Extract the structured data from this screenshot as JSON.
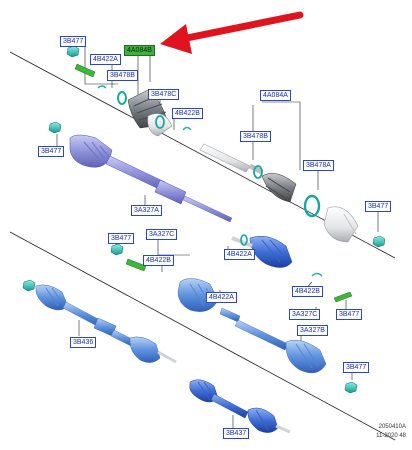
{
  "callouts": {
    "c1": "3B477",
    "c2": "4B422A",
    "c3": "3B478B",
    "c4": "4A084B",
    "c5": "3B478C",
    "c6": "4B422B",
    "c7": "4A084A",
    "c8": "3B478B",
    "c9": "3B478A",
    "c10": "3B477",
    "c11": "3A327A",
    "c12": "3B477",
    "c13": "3B477",
    "c14": "3A327C",
    "c15": "4B422B",
    "c16": "4B422A",
    "c17": "4B422A",
    "c18": "4B422B",
    "c19": "3A327C",
    "c20": "3B477",
    "c21": "3A327B",
    "c22": "3B436",
    "c23": "3B477",
    "c24": "3B437"
  },
  "footer": {
    "code": "2050410A",
    "date": "11-2020 48"
  },
  "colors": {
    "callout_border": "#2b46c9",
    "callout_highlight": "#3fae3f",
    "arrow": "#e0141e",
    "shaft_purple": "#8a8ed6",
    "shaft_blue": "#4a7fd8",
    "nut_teal": "#1fb1a8",
    "boot_gray": "#6f7478"
  }
}
